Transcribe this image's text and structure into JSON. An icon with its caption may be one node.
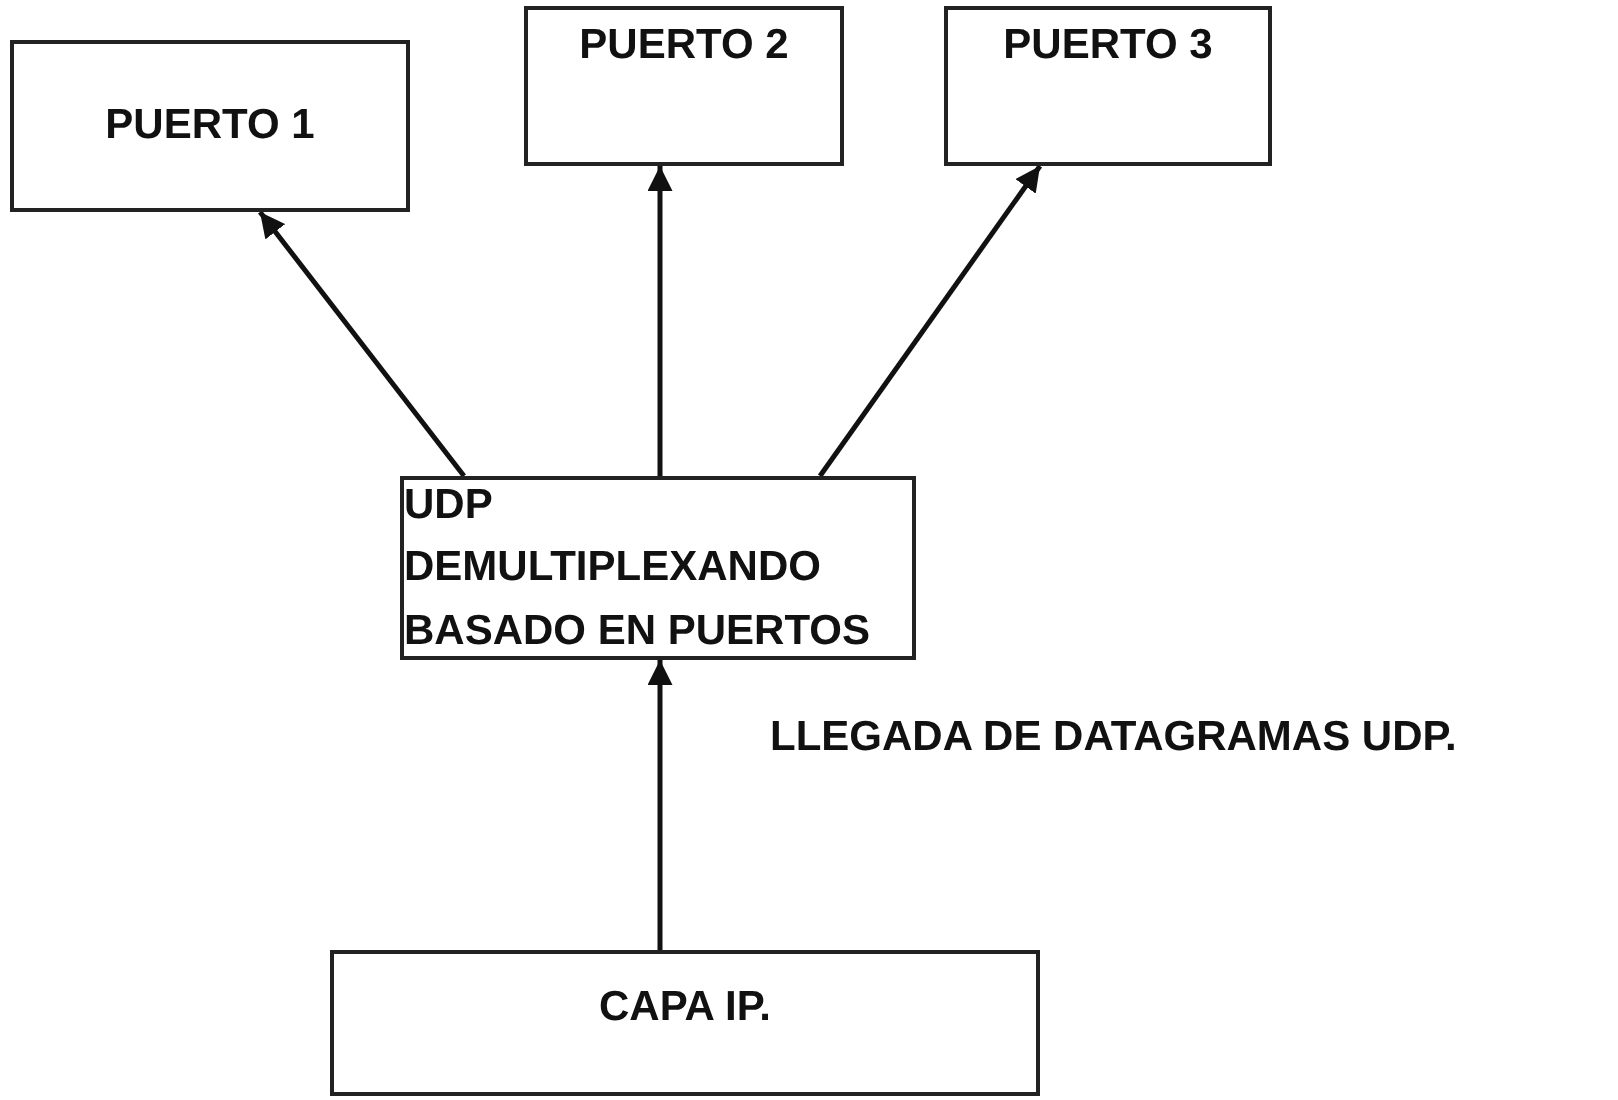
{
  "diagram": {
    "nodes": [
      {
        "text": [
          "PUERTO 1"
        ]
      },
      {
        "text": [
          "PUERTO 2"
        ]
      },
      {
        "text": [
          "PUERTO 3"
        ]
      },
      {
        "text": [
          "UDP DEMULTIPLEXANDO BASADO EN PUERTOS"
        ]
      },
      {
        "text": [
          "CAPA IP."
        ]
      }
    ],
    "edges": [
      {
        "from": 3,
        "to": 0,
        "arrow": "to"
      },
      {
        "from": 3,
        "to": 1,
        "arrow": "to"
      },
      {
        "from": 3,
        "to": 2,
        "arrow": "to"
      },
      {
        "from": 4,
        "to": 3,
        "arrow": "to"
      }
    ],
    "labels": [
      "LLEGADA DE DATAGRAMAS UDP."
    ]
  }
}
